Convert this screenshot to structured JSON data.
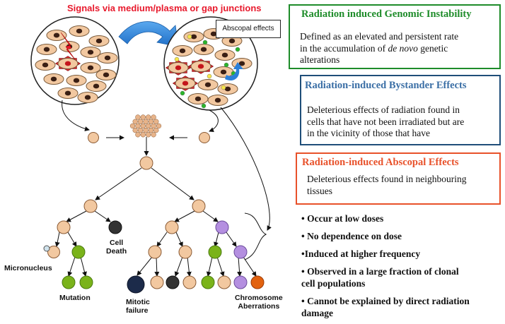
{
  "header": {
    "signals": "Signals via medium/plasma or gap junctions"
  },
  "abscopal_tag": "Abscopal effects",
  "boxes": {
    "genomic": {
      "title": "Radiation induced Genomic Instability",
      "line1": "Defined as an elevated and persistent rate",
      "line2_pre": "in the accumulation of ",
      "line2_em": "de novo",
      "line2_post": " genetic",
      "line3": "alterations",
      "color": "#1e8c2a"
    },
    "bystander": {
      "title": "Radiation-induced Bystander Effects",
      "line1": "Deleterious effects of radiation found in",
      "line2": "cells that have not been irradiated but are",
      "line3": "in the vicinity of those that have",
      "color": "#1f4e79",
      "title_color": "#3a6ea5"
    },
    "abscopal": {
      "title": "Radiation-induced Abscopal Effects",
      "line1": "Deleterious effects found in neighbouring",
      "line2": "tissues",
      "color": "#e8512a"
    }
  },
  "bullets": [
    "• Occur at low doses",
    "• No dependence on dose",
    "•Induced at higher frequency",
    "• Observed in a large fraction of clonal",
    "cell populations",
    "• Cannot be explained by direct radiation",
    "damage"
  ],
  "labels": {
    "cell_death_1": "Cell",
    "cell_death_2": "Death",
    "micronucleus": "Micronucleus",
    "mutation": "Mutation",
    "mitotic_1": "Mitotic",
    "mitotic_2": "failure",
    "chromosome_1": "Chromosome",
    "chromosome_2": "Aberrations"
  },
  "colors": {
    "cell_peach": "#f2c8a0",
    "cell_outline": "#7a5a3a",
    "nucleus": "#3a1f14",
    "mutation_green": "#7ab31a",
    "chromosome_purple": "#b48fe0",
    "death_black": "#333333",
    "mitotic_navy": "#1c2b4a",
    "orange": "#e2620f",
    "arrow_blue": "#2b7fd8",
    "bolt_red": "#e8192c"
  }
}
